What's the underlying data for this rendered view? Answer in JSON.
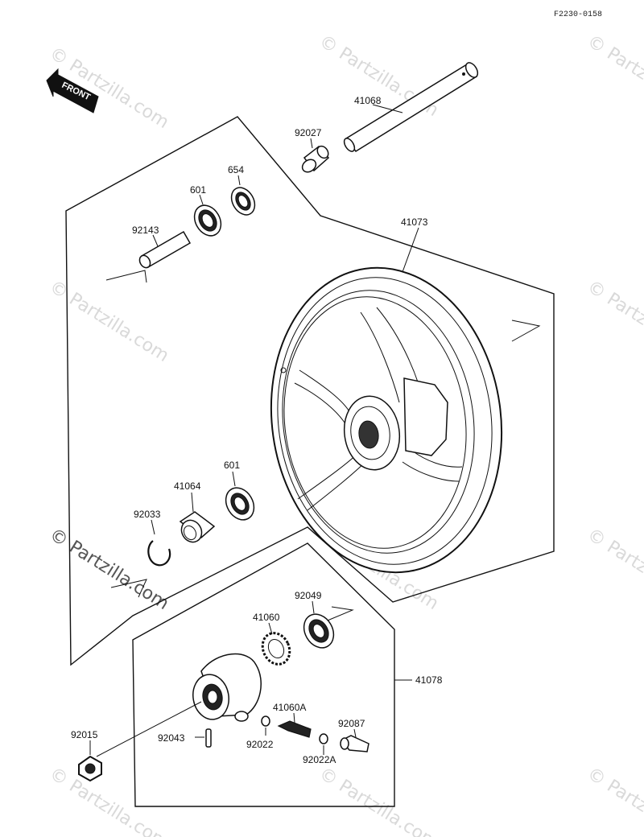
{
  "diagram_code": "F2230-0158",
  "front_label": "FRONT",
  "watermark_text": "© Partzilla.com",
  "parts": {
    "axle": "41068",
    "collar_top": "92027",
    "bearing_654": "654",
    "bearing_601_top": "601",
    "spacer": "92143",
    "wheel": "41073",
    "bearing_601_bottom": "601",
    "hub_plate": "41064",
    "circlip": "92033",
    "seal": "92049",
    "gear": "41060",
    "gearbox": "41078",
    "nut": "92015",
    "pin": "92043",
    "washer": "92022",
    "drive_piece": "41060A",
    "washer_a": "92022A",
    "fitting": "92087"
  }
}
